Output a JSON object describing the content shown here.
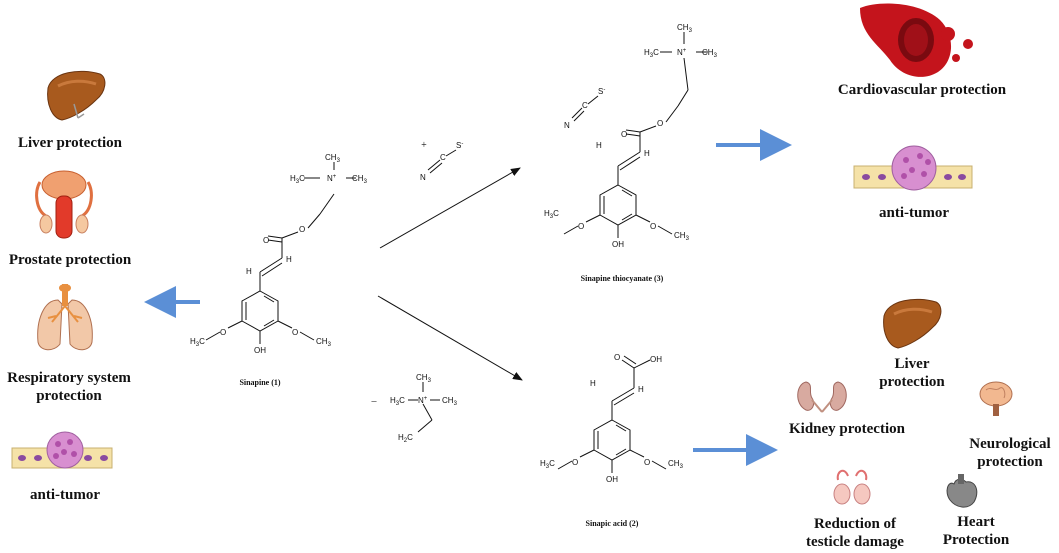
{
  "left_effects": {
    "liver": "Liver protection",
    "prostate": "Prostate protection",
    "respiratory_line1": "Respiratory system",
    "respiratory_line2": "protection",
    "antitumor": "anti-tumor"
  },
  "compounds": {
    "sinapine": "Sinapine (1)",
    "sinapine_thiocyanate": "Sinapine thiocyanate (3)",
    "sinapic_acid": "Sinapic acid (2)"
  },
  "reagents": {
    "thiocyanate_charge": "+",
    "choline_charge": "–"
  },
  "top_right_effects": {
    "cardiovascular": "Cardiovascular protection",
    "antitumor": "anti-tumor"
  },
  "bottom_right_effects": {
    "liver_line1": "Liver",
    "liver_line2": "protection",
    "kidney": "Kidney protection",
    "neuro_line1": "Neurological",
    "neuro_line2": "protection",
    "testicle_line1": "Reduction of",
    "testicle_line2": "testicle damage",
    "heart_line1": "Heart",
    "heart_line2": "Protection"
  },
  "colors": {
    "arrow_blue": "#5b8fd6",
    "liver": "#a85a1e",
    "tumor_pink": "#d88fd0",
    "lung": "#f2c8a8",
    "blood_red": "#c4141c"
  },
  "icons": [
    "liver-icon",
    "prostate-icon",
    "lungs-icon",
    "tumor-tissue-icon",
    "blood-vessel-icon",
    "kidney-icon",
    "brain-icon",
    "testicle-icon",
    "heart-icon"
  ]
}
